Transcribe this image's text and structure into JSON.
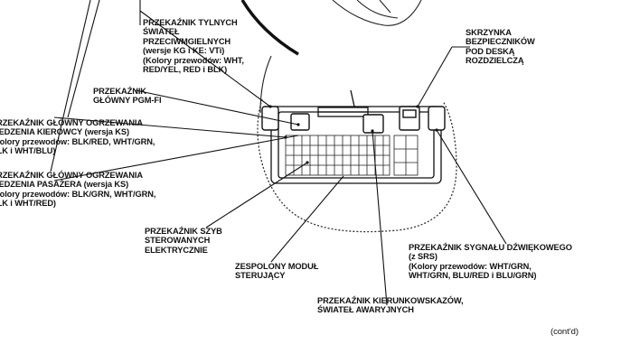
{
  "labels": {
    "rear_lights_relay": "PRZEKAŹNIK TYLNYCH\nŚWIATEŁ\nPRZECIWMGIELNYCH\n(wersje KG i KE: VTi)\n(Kolory przewodów: WHT,\nRED/YEL, RED i BLK)",
    "pgm_fi_main_relay": "PRZEKAŹNIK\nGŁÓWNY PGM-FI",
    "driver_seat_heater_relay": "PRZEKAŹNIK GŁÓWNY OGRZEWANIA\nSIEDZENIA KIEROWCY (wersja KS)\n(Kolory przewodów: BLK/RED, WHT/GRN,\nBLK i WHT/BLU)",
    "passenger_seat_heater_relay": "PRZEKAŹNIK GŁÓWNY OGRZEWANIA\nSIEDZENIA PASAŻERA (wersja KS)\n(Kolory przewodów: BLK/GRN, WHT/GRN,\nBLK i WHT/RED)",
    "fuse_box": "SKRZYNKA\nBEZPIECZNIKÓW\nPOD DESKĄ\nROZDZIELCZĄ",
    "power_window_relay": "PRZEKAŹNIK SZYB\nSTEROWANYCH\nELEKTRYCZNIE",
    "control_unit": "ZESPOLONY MODUŁ\nSTERUJĄCY",
    "horn_relay": "PRZEKAŹNIK SYGNAŁU DŹWIĘKOWEGO\n(z SRS)\n(Kolory przewodów: WHT/GRN,\nWHT/GRN, BLU/RED i BLU/GRN)",
    "turn_hazard_relay": "PRZEKAŹNIK KIERUNKOWSKAZÓW,\nŚWIATEŁ AWARYJNYCH"
  },
  "footer": {
    "cont": "(cont’d)"
  }
}
